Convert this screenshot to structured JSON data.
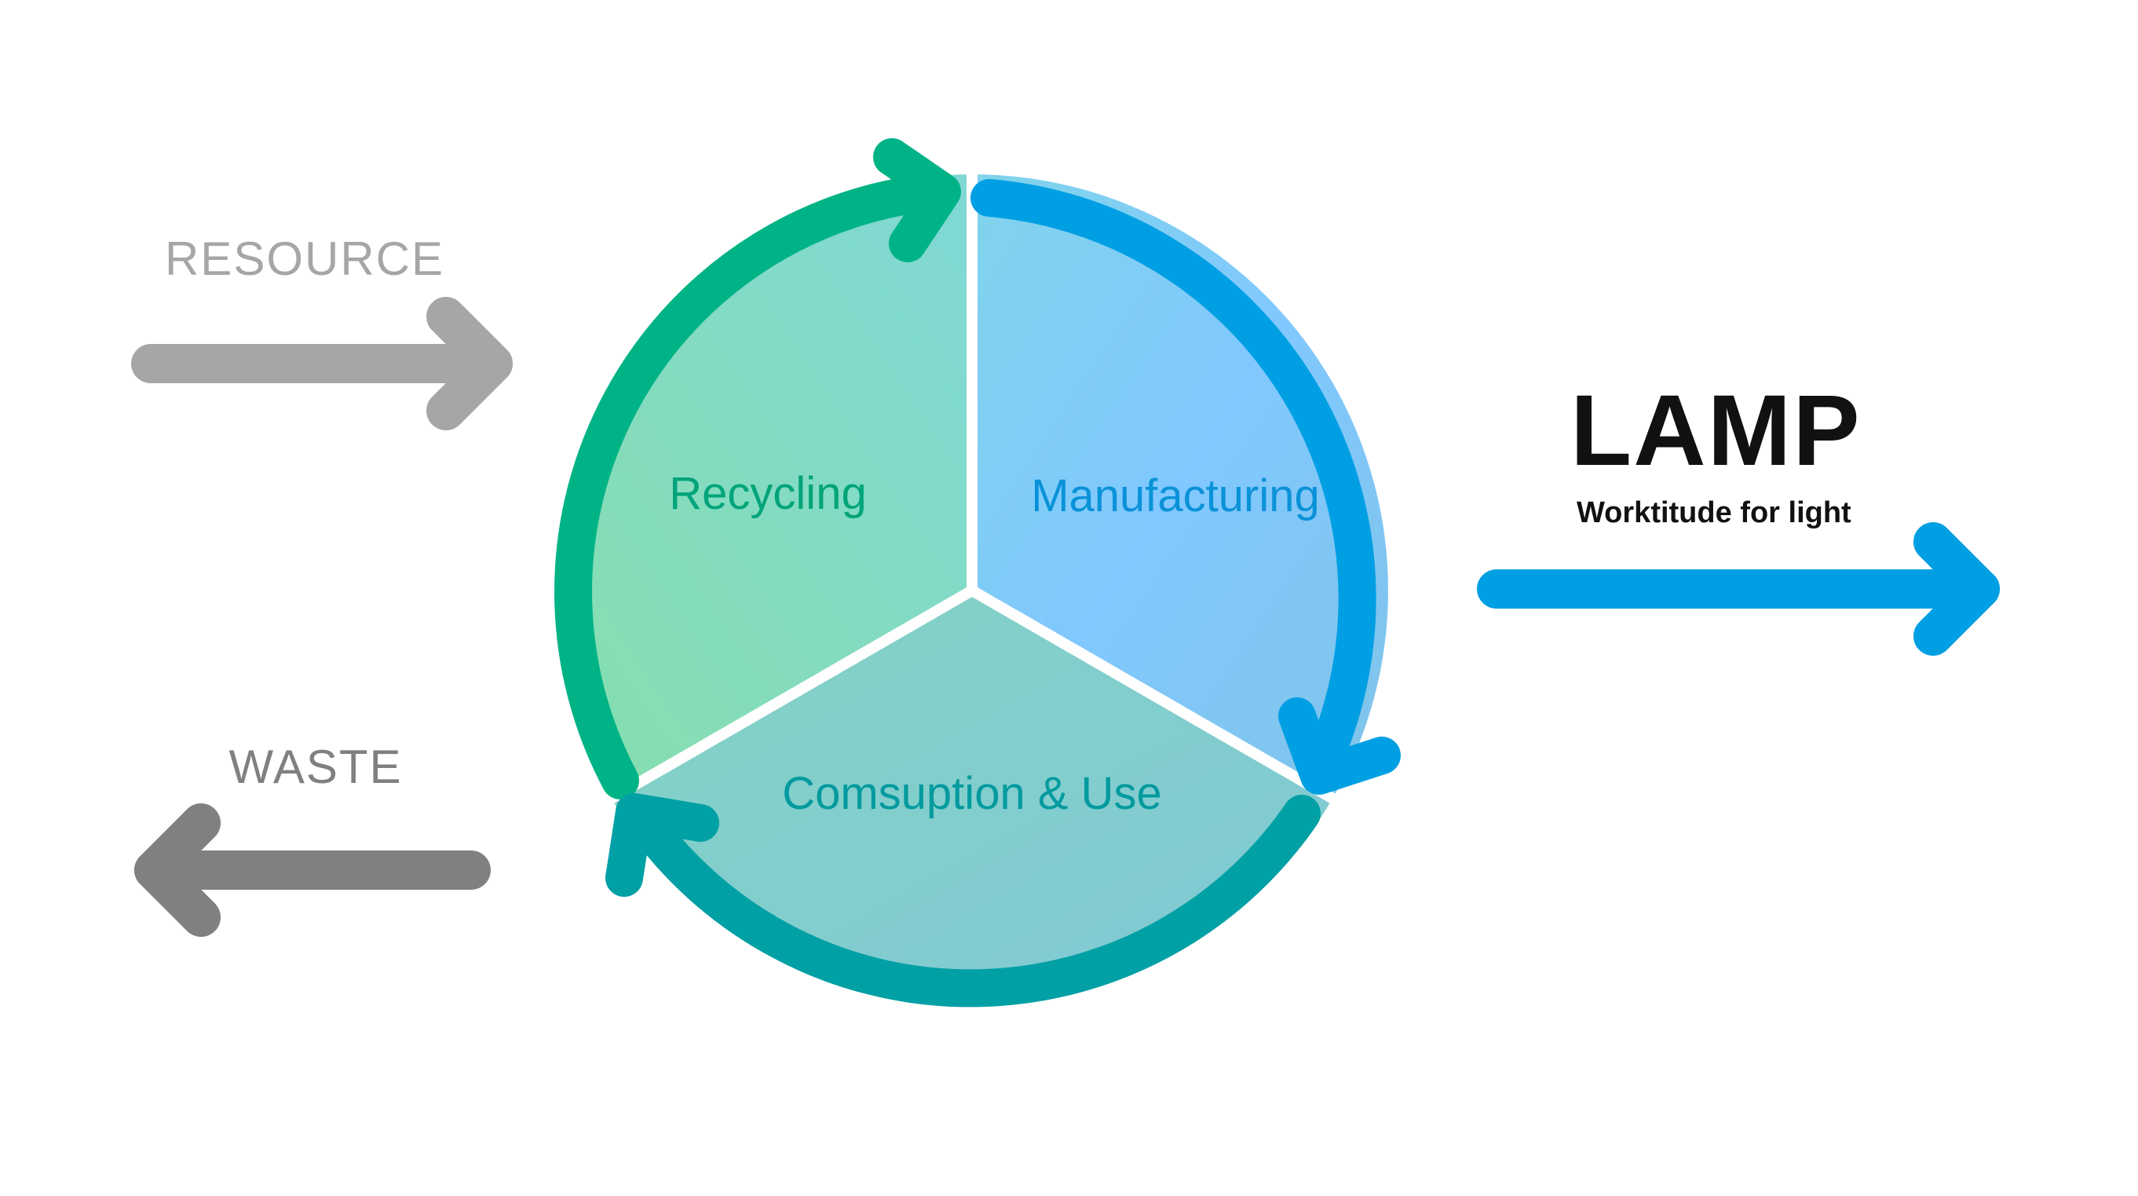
{
  "labels": {
    "resource": "RESOURCE",
    "waste": "WASTE",
    "recycling": "Recycling",
    "manufacturing": "Manufacturing",
    "consumption": "Comsuption & Use"
  },
  "logo": {
    "name": "LAMP",
    "tagline": "Worktitude for light"
  },
  "colors": {
    "resource_arrow": "#a6a6a6",
    "waste_arrow": "#808080",
    "recycling": "#00b386",
    "manufacturing": "#009fe3",
    "consumption": "#00a0a4",
    "output_arrow": "#009fe3",
    "logo": "#111111"
  }
}
